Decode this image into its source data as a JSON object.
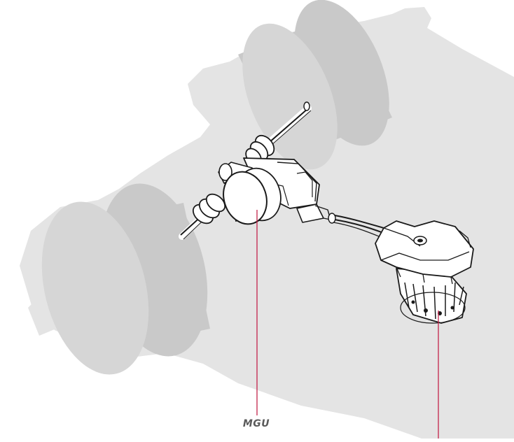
{
  "colors": {
    "silhouette": "#e4e4e4",
    "wheel_tread": "#c9c9c9",
    "wheel_face": "#d6d6d6",
    "component_fill": "#ffffff",
    "component_stroke": "#1a1a1a",
    "callout_line": "#c4234a",
    "label_text": "#5a5a5a"
  },
  "callouts": [
    {
      "label": "MGU",
      "target": "motor-generator-unit"
    },
    {
      "label": "",
      "target": "energy-store-unit"
    }
  ]
}
